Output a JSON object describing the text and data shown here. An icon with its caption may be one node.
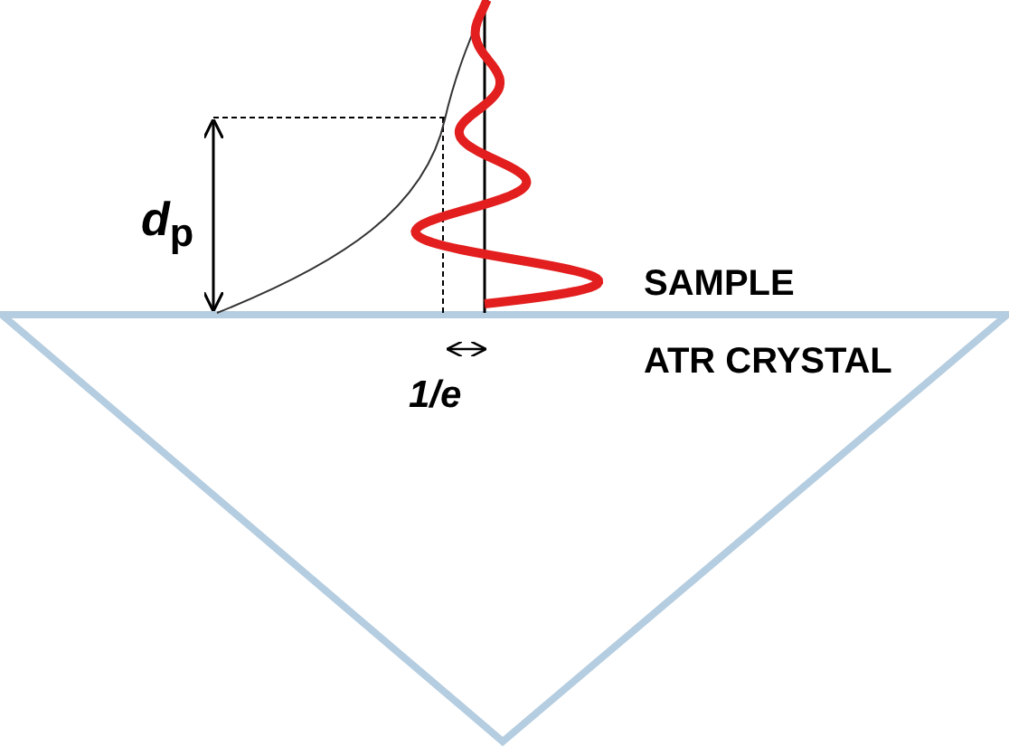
{
  "diagram": {
    "labels": [
      "*d*$_{p}$",
      "SAMPLE",
      "ATR CRYSTAL",
      "1/e"
    ]
  }
}
